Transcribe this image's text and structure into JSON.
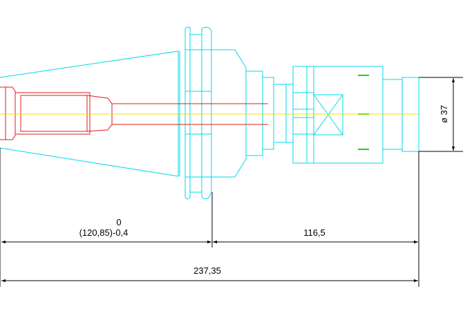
{
  "drawing": {
    "colors": {
      "outline": "#00d8e8",
      "shank": "#e01818",
      "centerline": "#f0e000",
      "marker": "#22cc22",
      "dimension": "#000000",
      "background": "#ffffff"
    }
  },
  "dimensions": {
    "tol_upper": "0",
    "left_length": "(120,85)-0,4",
    "right_length": "116,5",
    "total_length": "237,35",
    "diameter": "ø 37"
  }
}
